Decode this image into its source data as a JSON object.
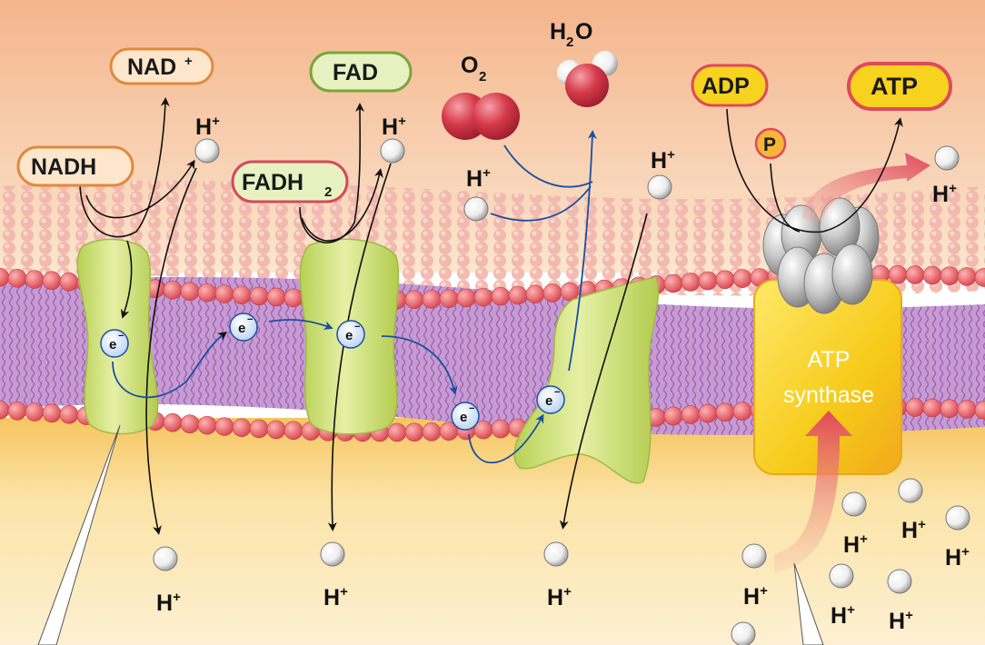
{
  "molecules": {
    "nad_plus": {
      "base": "NAD",
      "sup": "+"
    },
    "nadh": "NADH",
    "fad": "FAD",
    "fadh2": {
      "base": "FADH",
      "sub": "2"
    },
    "o2": {
      "base": "O",
      "sub": "2"
    },
    "h2o": {
      "pre": "H",
      "sub": "2",
      "post": "O"
    },
    "adp": "ADP",
    "atp": "ATP",
    "phosphate": "P"
  },
  "proton": {
    "base": "H",
    "sup": "+"
  },
  "electron": {
    "base": "e",
    "sup": "−"
  },
  "atp_synthase": {
    "line1": "ATP",
    "line2": "synthase"
  },
  "colors": {
    "complex_fill": "#cfe07a",
    "synthase_fill": "#f7d21e",
    "lipid_head": "#e8575e",
    "lipid_tail": "#b57dc4",
    "electron_path": "#1b4fa0",
    "proton_flow": "#e0495a",
    "nad_border": "#e08a3c",
    "fad_border": "#7aa53a",
    "fadh2_border": "#d44a5a",
    "atp_border": "#e0495a"
  }
}
